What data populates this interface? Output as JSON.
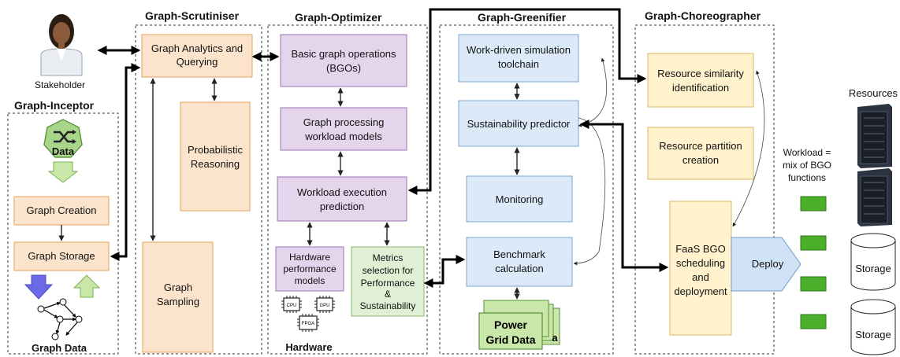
{
  "regions": {
    "inceptor": "Graph-Inceptor",
    "scrutiniser": "Graph-Scrutiniser",
    "optimizer": "Graph-Optimizer",
    "greenifier": "Graph-Greenifier",
    "choreographer": "Graph-Choreographer"
  },
  "stakeholder": "Stakeholder",
  "inceptor": {
    "data_icon_label": "Data",
    "creation": "Graph Creation",
    "storage": "Graph Storage",
    "graph_data": "Graph Data"
  },
  "scrutiniser": {
    "analytics": [
      "Graph Analytics and",
      "Querying"
    ],
    "probabilistic": [
      "Probabilistic",
      "Reasoning"
    ],
    "sampling": [
      "Graph",
      "Sampling"
    ]
  },
  "optimizer": {
    "bgo": [
      "Basic graph operations",
      "(BGOs)"
    ],
    "workload_models": [
      "Graph processing",
      "workload models"
    ],
    "execution": [
      "Workload execution",
      "prediction"
    ],
    "hardware_models": [
      "Hardware",
      "performance",
      "models"
    ],
    "metrics": [
      "Metrics",
      "selection for",
      "Performance",
      "&",
      "Sustainability"
    ],
    "chips": [
      "CPU",
      "GPU",
      "FPGA"
    ],
    "hardware": "Hardware"
  },
  "greenifier": {
    "toolchain": [
      "Work-driven simulation",
      "toolchain"
    ],
    "predictor": "Sustainability predictor",
    "monitoring": "Monitoring",
    "benchmark": [
      "Benchmark",
      "calculation"
    ],
    "power_grid": [
      "Power",
      "Grid Data"
    ],
    "stack_suffix": "a"
  },
  "choreographer": {
    "similarity": [
      "Resource similarity",
      "identification"
    ],
    "partition": [
      "Resource partition",
      "creation"
    ],
    "faas": [
      "FaaS BGO",
      "scheduling",
      "and",
      "deployment"
    ],
    "deploy": "Deploy"
  },
  "workload": [
    "Workload =",
    "mix of BGO",
    "functions"
  ],
  "resources": {
    "title": "Resources",
    "storage1": "Storage",
    "storage2": "Storage"
  },
  "colors": {
    "orange_fill": "#fce4cc",
    "purple_fill": "#e4d5ec",
    "blue_fill": "#dbe9f8",
    "yellow_fill": "#fff2cc",
    "green_fill": "#dff0d5",
    "workload_green": "#4caf2b"
  }
}
